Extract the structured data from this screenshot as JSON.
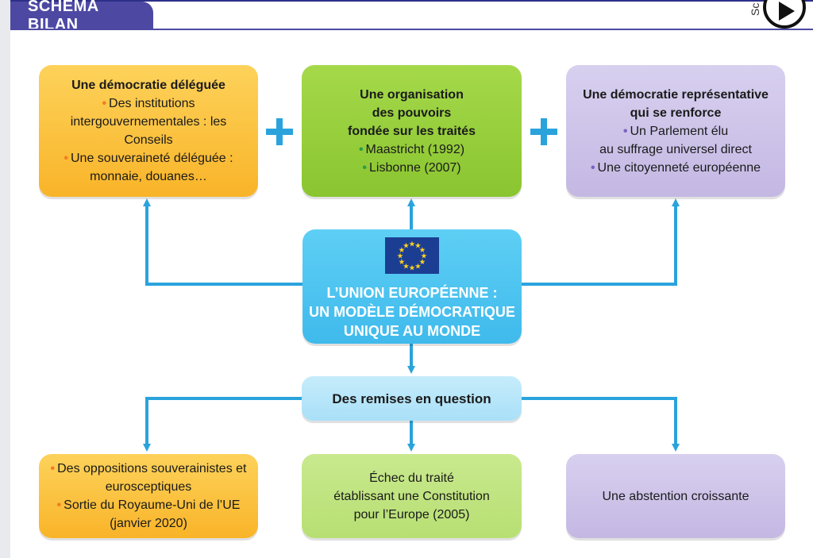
{
  "header": {
    "section_label": "SCHÉMA BILAN",
    "corner_text": "Sc"
  },
  "colors": {
    "header_purple": "#4d49a3",
    "connector_blue": "#2aa3dc",
    "orange_box": "#f9b429",
    "green_box": "#8ac530",
    "purple_box": "#c4b8e3",
    "center_box": "#3fbaec",
    "remises_box": "#a9e0f8",
    "light_green_box": "#b7df73"
  },
  "icons": [
    "play-icon",
    "plus-icon",
    "eu-flag-icon",
    "arrow-icon"
  ],
  "top_boxes": {
    "deleguee": {
      "title": "Une démocratie déléguée",
      "bullet_1": "Des institutions intergouvernementales : les Conseils",
      "bullet_2": "Une souveraineté déléguée : monnaie, douanes…"
    },
    "organisation": {
      "title_line_1": "Une organisation",
      "title_line_2": "des pouvoirs",
      "title_line_3": "fondée sur les traités",
      "bullet_1": "Maastricht (1992)",
      "bullet_2": "Lisbonne (2007)"
    },
    "representative": {
      "title_line_1": "Une démocratie représentative",
      "title_line_2": "qui se renforce",
      "bullet_1_line_1": "Un Parlement élu",
      "bullet_1_line_2": "au suffrage universel direct",
      "bullet_2": "Une citoyenneté européenne"
    }
  },
  "center": {
    "line_1": "L’UNION EUROPÉENNE :",
    "line_2": "UN MODÈLE DÉMOCRATIQUE",
    "line_3": "UNIQUE AU MONDE"
  },
  "remises": {
    "label": "Des remises en question"
  },
  "bottom_boxes": {
    "oppositions": {
      "bullet_1": "Des oppositions souverainistes et eurosceptiques",
      "bullet_2": "Sortie du Royaume-Uni de l’UE (janvier 2020)"
    },
    "echec": {
      "line_1": "Échec du traité",
      "line_2": "établissant une Constitution",
      "line_3": "pour l’Europe (2005)"
    },
    "abstention": {
      "label": "Une abstention croissante"
    }
  }
}
